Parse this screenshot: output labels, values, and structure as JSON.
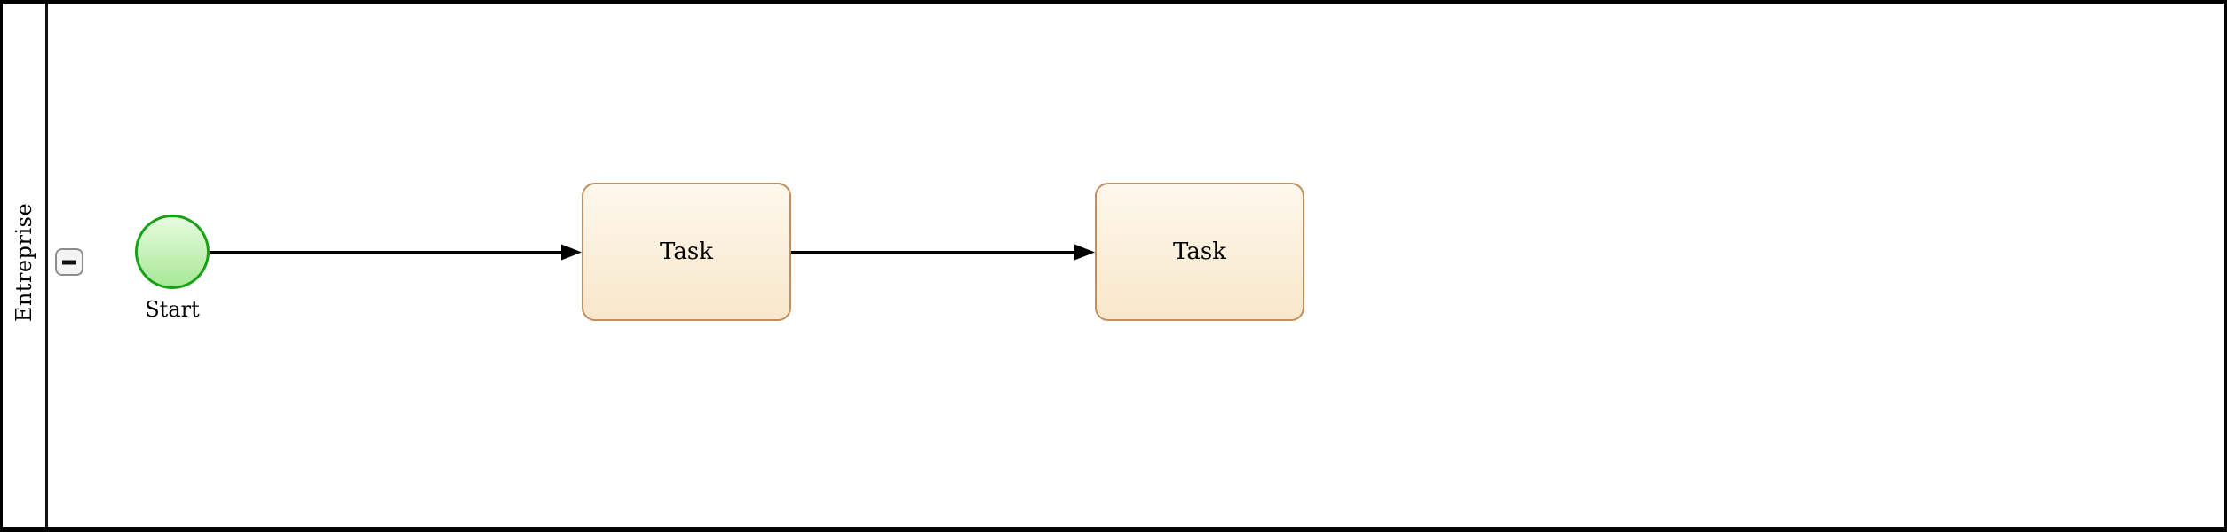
{
  "pool": {
    "label": "Entreprise",
    "collapse_icon": "minus-icon"
  },
  "start_event": {
    "label": "Start"
  },
  "tasks": [
    {
      "label": "Task"
    },
    {
      "label": "Task"
    }
  ],
  "colors": {
    "start_border": "#16a216",
    "start_fill_top": "#e7fbe0",
    "start_fill_bottom": "#a8e896",
    "task_border": "#c08f5f",
    "task_fill_top": "#fdf8ec",
    "task_fill_bottom": "#f8e7cb",
    "flow_line": "#000000",
    "pool_border": "#000000"
  }
}
